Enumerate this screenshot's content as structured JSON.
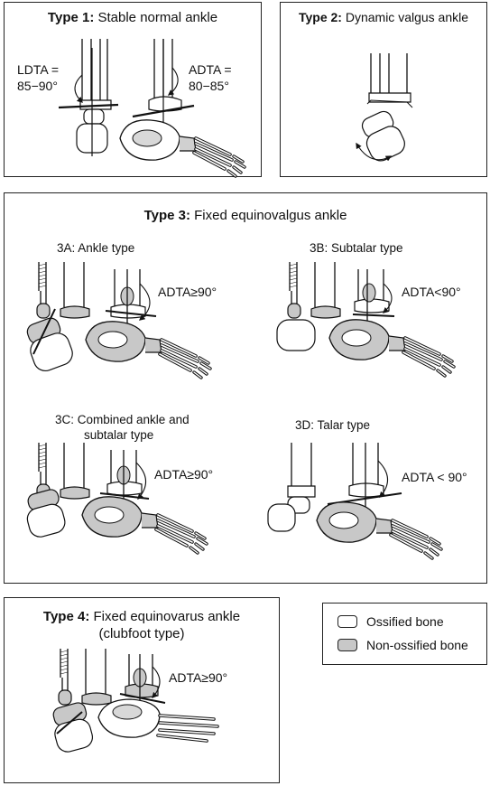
{
  "type1": {
    "title_bold": "Type 1:",
    "title_rest": " Stable normal ankle",
    "ldta_name": "LDTA =",
    "ldta_value": "85−90°",
    "adta_name": "ADTA =",
    "adta_value": "80−85°"
  },
  "type2": {
    "title_bold": "Type 2:",
    "title_rest": " Dynamic valgus ankle"
  },
  "type3": {
    "title_bold": "Type 3:",
    "title_rest": " Fixed equinovalgus ankle",
    "a": {
      "label": "3A: Ankle type",
      "angle": "ADTA≥90°"
    },
    "b": {
      "label": "3B: Subtalar type",
      "angle": "ADTA<90°"
    },
    "c": {
      "label_line1": "3C: Combined ankle and",
      "label_line2": "subtalar type",
      "angle": "ADTA≥90°"
    },
    "d": {
      "label": "3D: Talar type",
      "angle": "ADTA < 90°"
    }
  },
  "type4": {
    "title_bold": "Type 4:",
    "title_rest": " Fixed equinovarus ankle",
    "subtitle": "(clubfoot type)",
    "angle": "ADTA≥90°"
  },
  "legend": {
    "ossified": "Ossified bone",
    "nonossified": "Non-ossified bone",
    "ossified_color": "#ffffff",
    "nonossified_color": "#c8c8c8"
  }
}
